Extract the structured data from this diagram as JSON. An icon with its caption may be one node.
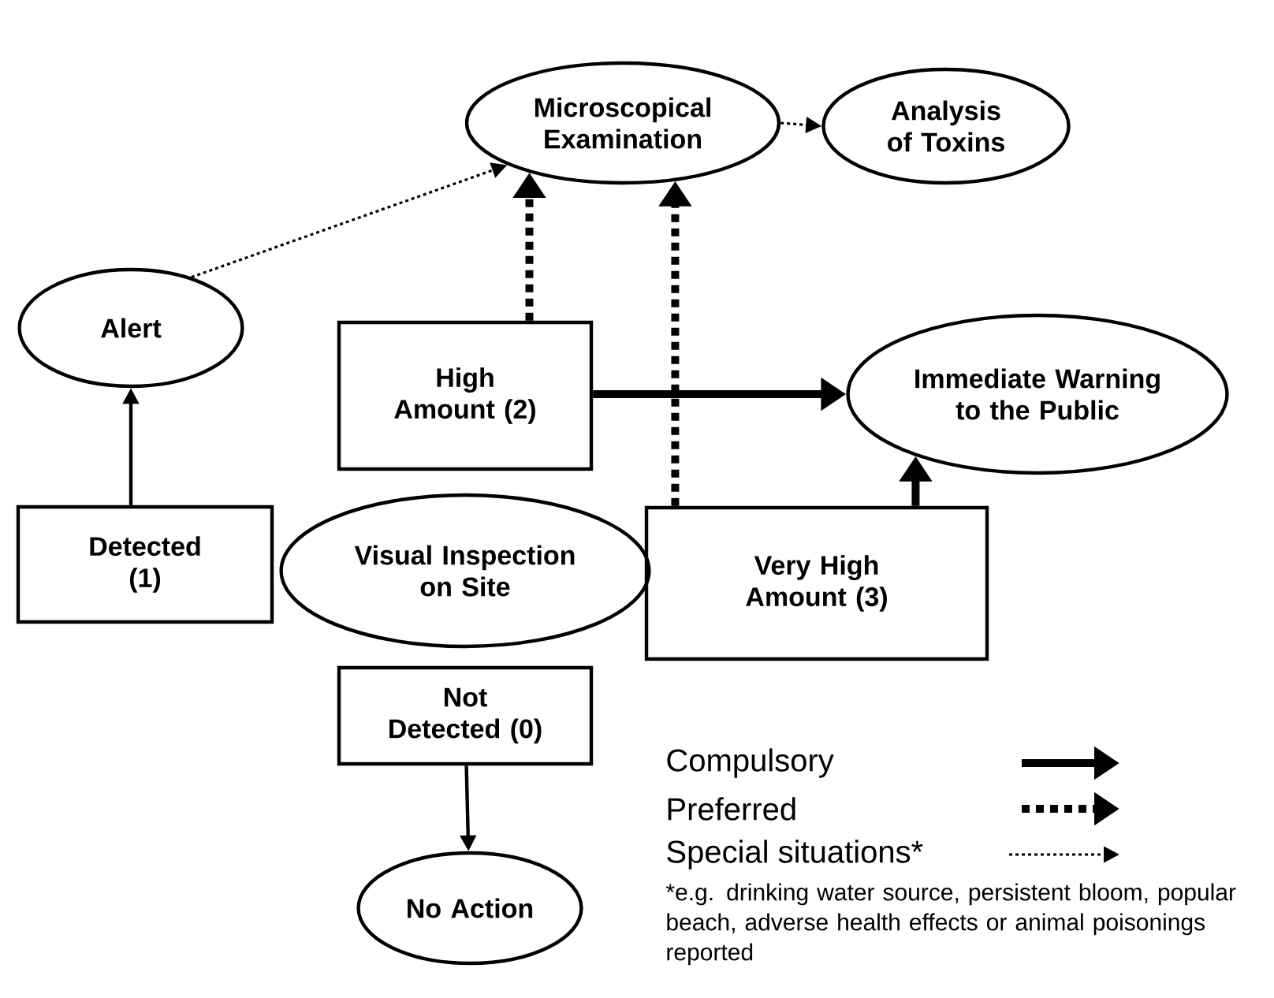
{
  "diagram": {
    "nodes": [
      {
        "text": [
          "Microscopical Examination"
        ]
      },
      {
        "text": [
          "Analysis of Toxins"
        ]
      },
      {
        "text": [
          "Alert"
        ]
      },
      {
        "text": [
          "High Amount (2)"
        ]
      },
      {
        "text": [
          "Immediate Warning to the Public"
        ]
      },
      {
        "text": [
          "Detected (1)"
        ]
      },
      {
        "text": [
          "Visual Inspection on Site"
        ]
      },
      {
        "text": [
          "Very High Amount (3)"
        ]
      },
      {
        "text": [
          "Not Detected (0)"
        ]
      },
      {
        "text": [
          "No Action"
        ]
      }
    ],
    "edges": [
      {
        "from": 2,
        "to": 0,
        "arrow": "to",
        "style": "dashed"
      },
      {
        "from": 0,
        "to": 1,
        "arrow": "to",
        "style": "dashed"
      },
      {
        "from": 3,
        "to": 0,
        "arrow": "to",
        "style": "dashed"
      },
      {
        "from": 7,
        "to": 0,
        "arrow": "to",
        "style": "dashed"
      },
      {
        "from": 3,
        "to": 4,
        "arrow": "to",
        "style": "thick"
      },
      {
        "from": 7,
        "to": 4,
        "arrow": "to",
        "style": "thick"
      },
      {
        "from": 5,
        "to": 2,
        "arrow": "to"
      },
      {
        "from": 8,
        "to": 9,
        "arrow": "to"
      }
    ],
    "labels": [
      "*e.g. drinking water source, persistent bloom, popular beach, adverse health effects or animal poisonings reported"
    ],
    "legend": [
      {
        "text": "Compulsory"
      },
      {
        "text": "Preferred"
      },
      {
        "text": "Special situations*"
      }
    ]
  }
}
